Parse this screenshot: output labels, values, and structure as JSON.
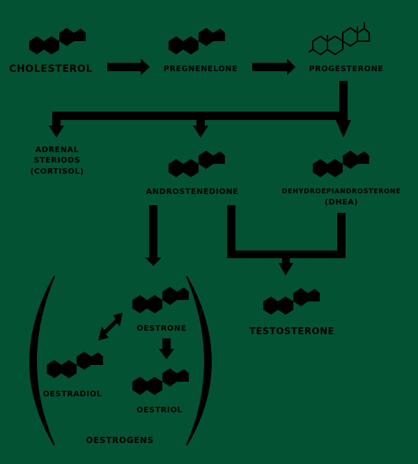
{
  "colors": {
    "background": "#035233",
    "ink": "#000000"
  },
  "molecules": {
    "cholesterol": {
      "label": "CHOLESTEROL"
    },
    "pregnenelone": {
      "label": "PREGNENELONE"
    },
    "progesterone": {
      "label": "PROGESTERONE"
    },
    "adrenal": {
      "lines": [
        "ADRENAL",
        "STERIODS",
        "(CORTISOL)"
      ]
    },
    "androstenedione": {
      "label": "ANDROSTENEDIONE"
    },
    "dhea": {
      "label": "DEHYDROEPIANDROSTERONE",
      "sublabel": "(DHEA)"
    },
    "testosterone": {
      "label": "TESTOSTERONE"
    },
    "oestrone": {
      "label": "OESTRONE"
    },
    "oestradiol": {
      "label": "OESTRADIOL"
    },
    "oestriol": {
      "label": "OESTRIOL"
    }
  },
  "group": {
    "label": "OESTROGENS"
  }
}
